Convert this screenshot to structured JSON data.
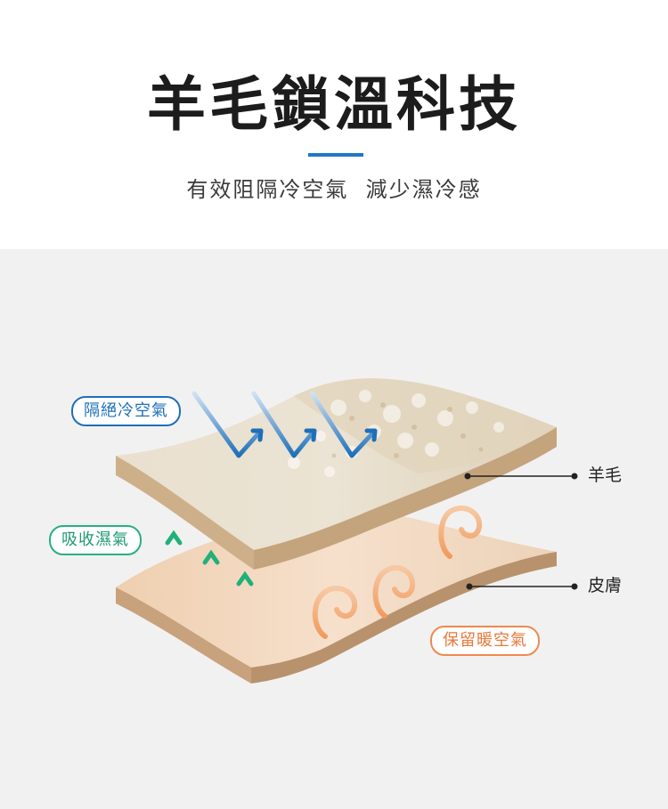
{
  "header": {
    "title": "羊毛鎖溫科技",
    "subtitle": "有效阻隔冷空氣  減少濕冷感",
    "accent_color": "#1e78c8"
  },
  "callouts": {
    "block_cold_air": "隔絕冷空氣",
    "absorb_moisture": "吸收濕氣",
    "retain_warm_air": "保留暖空氣"
  },
  "layers": {
    "wool": "羊毛",
    "skin": "皮膚"
  },
  "colors": {
    "cold_air": "#1e6fb8",
    "moisture": "#27b07e",
    "warm_air": "#ef8a4e",
    "wool_layer": "#d8c7a6",
    "skin_layer": "#e6c4a0"
  },
  "icons": [
    "cold-air-arrow-icon",
    "moisture-up-arrow-icon",
    "warm-air-loop-icon"
  ]
}
